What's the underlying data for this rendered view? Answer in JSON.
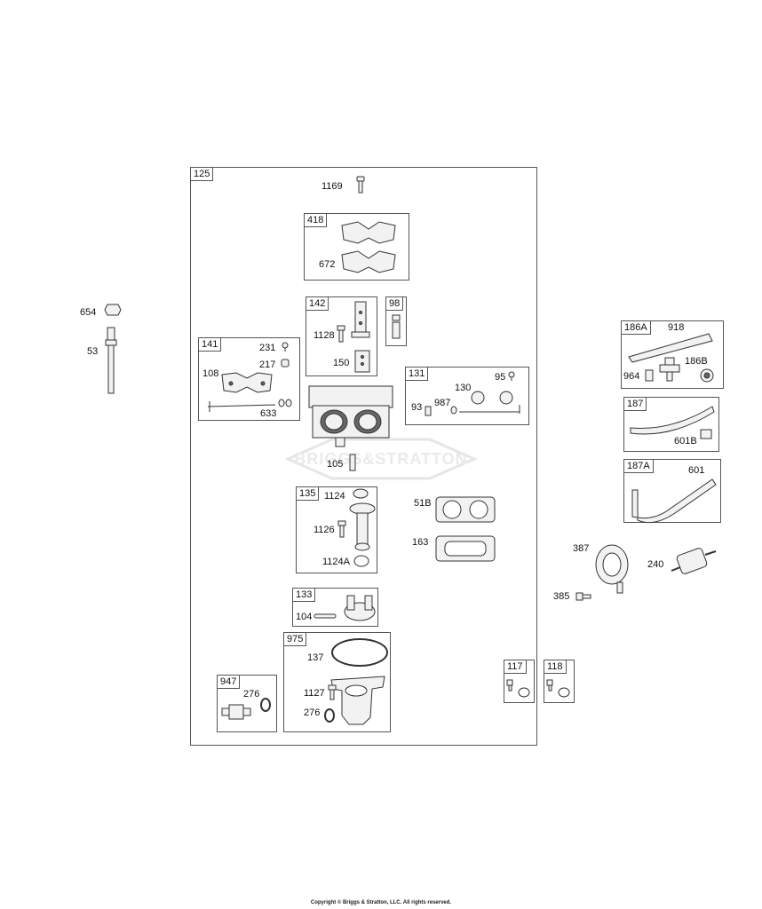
{
  "labels": {
    "l125": "125",
    "l1169": "1169",
    "l418": "418",
    "l672": "672",
    "l142": "142",
    "l1128": "1128",
    "l150": "150",
    "l98": "98",
    "l141": "141",
    "l231": "231",
    "l217": "217",
    "l108": "108",
    "l633": "633",
    "l131": "131",
    "l95": "95",
    "l130": "130",
    "l93": "93",
    "l987": "987",
    "l105": "105",
    "l135": "135",
    "l1124": "1124",
    "l1126": "1126",
    "l1124A": "1124A",
    "l51B": "51B",
    "l163": "163",
    "l133": "133",
    "l104": "104",
    "l975": "975",
    "l137": "137",
    "l1127": "1127",
    "l276b": "276",
    "l947": "947",
    "l276a": "276",
    "l117": "117",
    "l118": "118",
    "l654": "654",
    "l53": "53",
    "l186A": "186A",
    "l918": "918",
    "l964": "964",
    "l186B": "186B",
    "l187": "187",
    "l601B": "601B",
    "l187A": "187A",
    "l601": "601",
    "l387": "387",
    "l385": "385",
    "l240": "240"
  },
  "watermark": "BRIGGS&STRATTON",
  "footer": "Copyright © Briggs & Stratton, LLC. All rights reserved."
}
